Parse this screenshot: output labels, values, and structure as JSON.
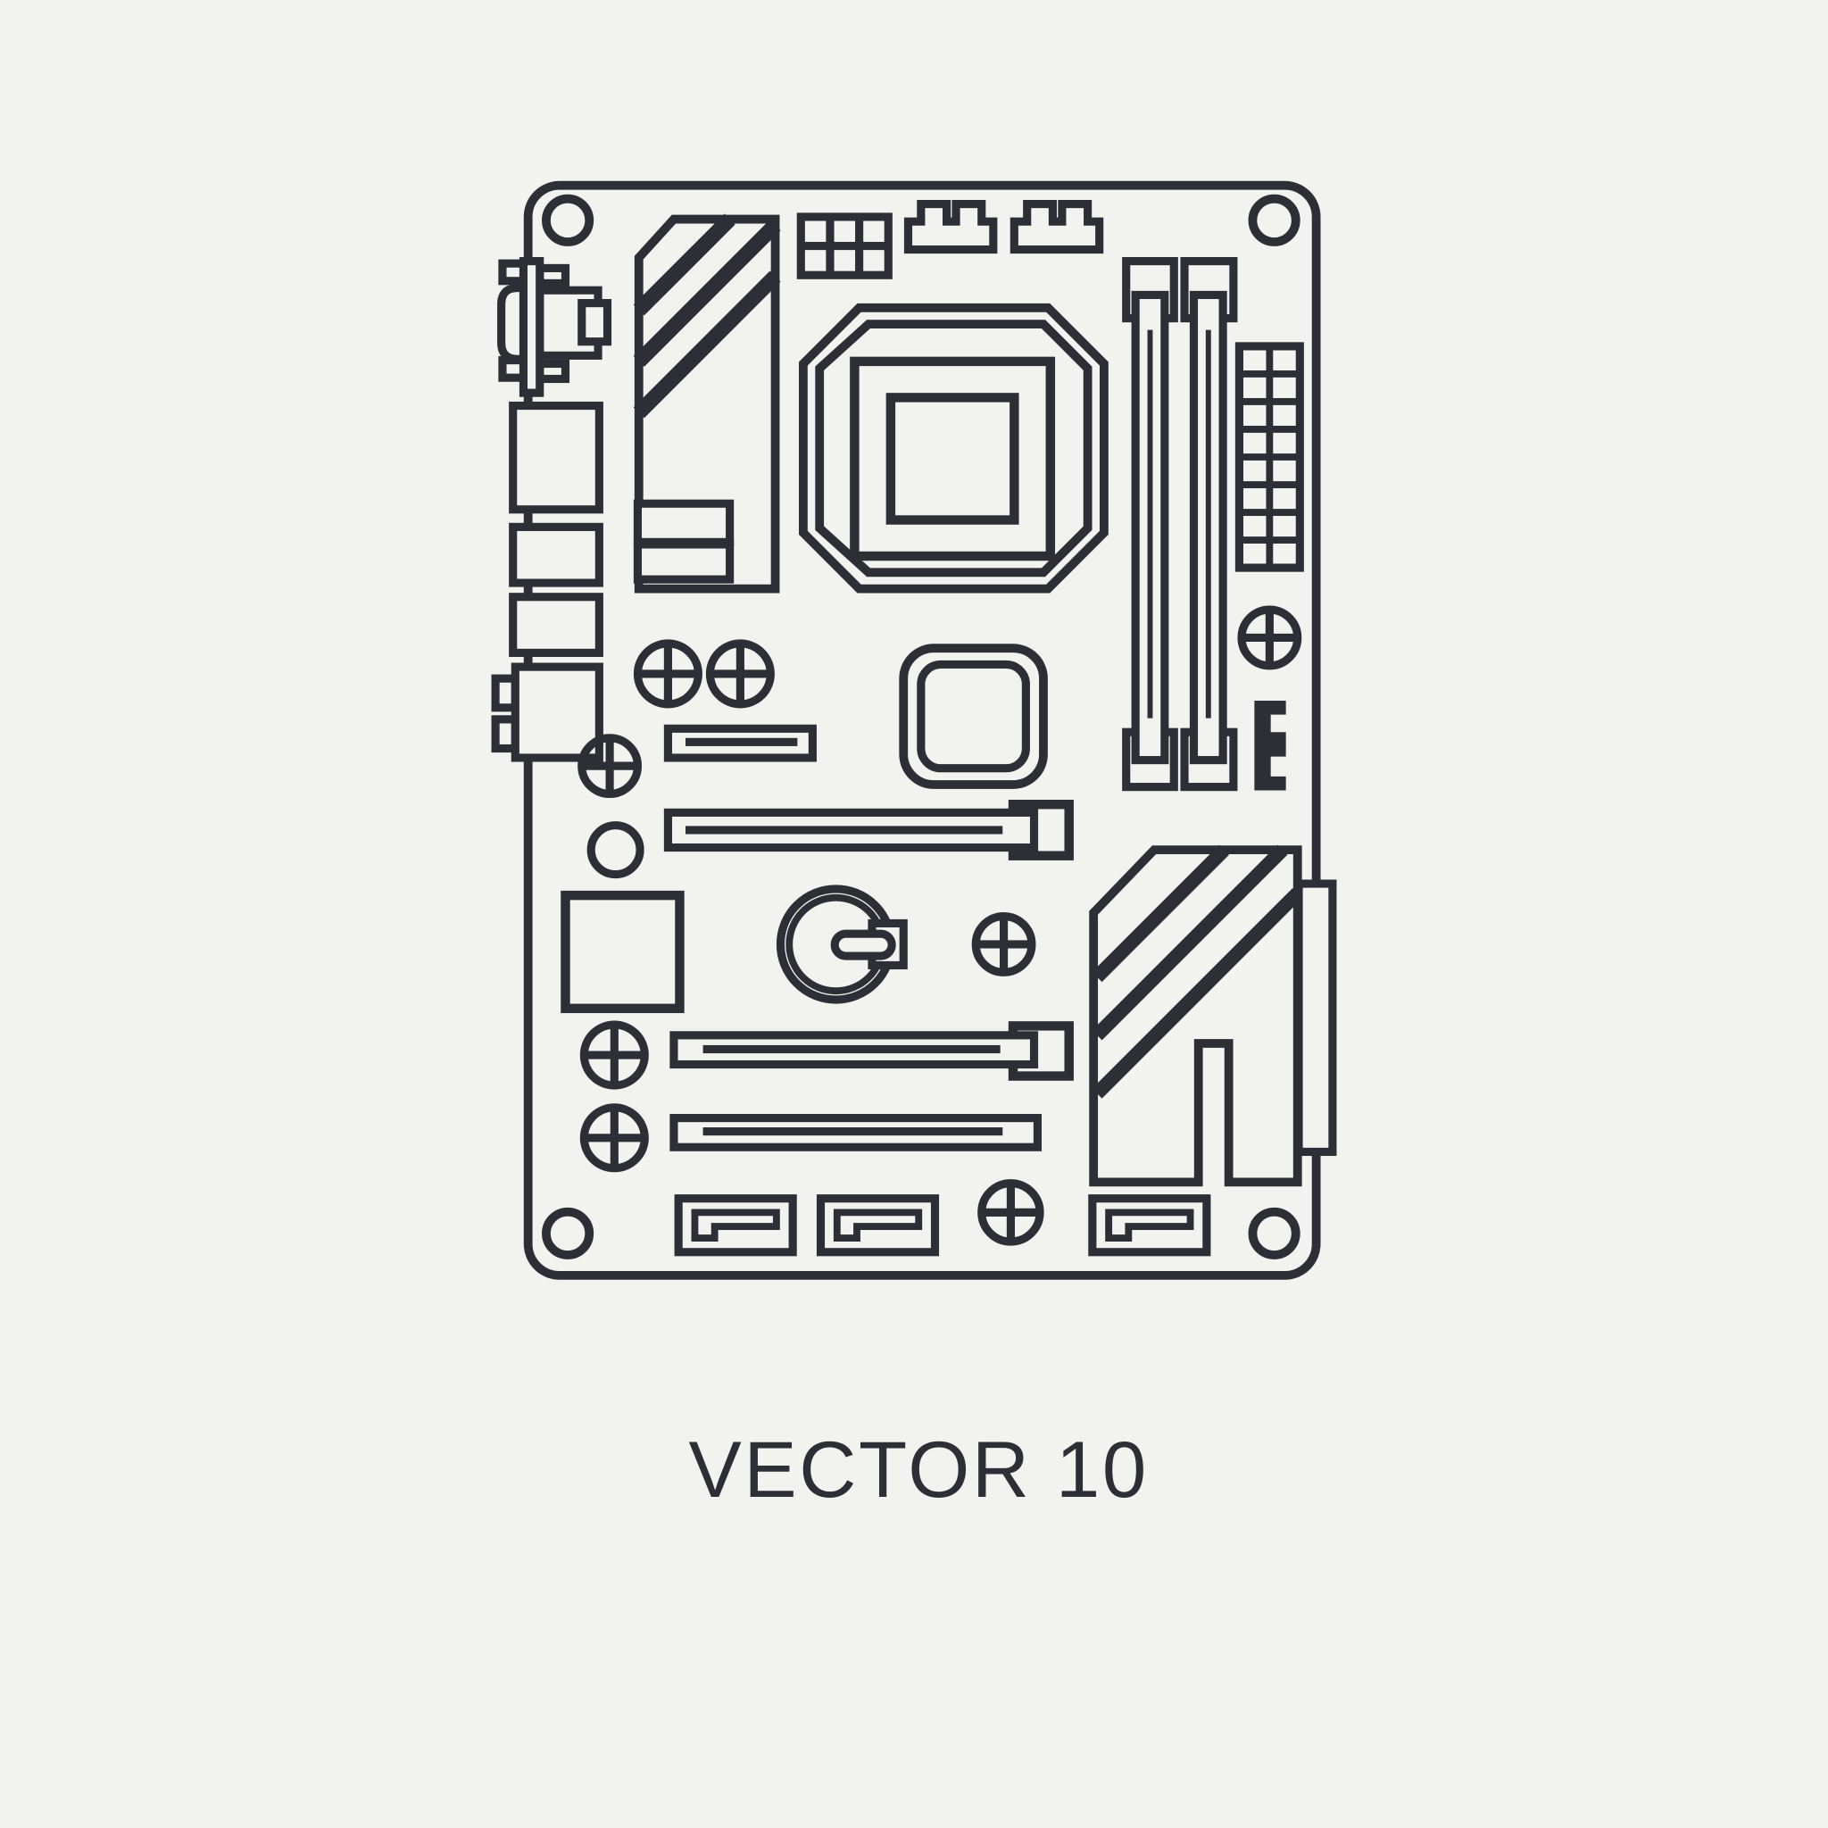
{
  "illustration": {
    "caption": "VECTOR 10",
    "subject": "flat line motherboard illustration",
    "parts": [
      "board-outline",
      "mounting-hole",
      "vga-port",
      "io-port",
      "audio-port-block",
      "heatsink-hatched-top",
      "pin-grid-block",
      "pin-header",
      "cpu-socket",
      "chipset-die",
      "smd-chip",
      "screw",
      "standoff-hole",
      "expansion-slot",
      "pci-slot-latched",
      "cmos-battery",
      "ram-slot",
      "atx-power-connector",
      "front-panel-bracket",
      "heatsink-hatched-bottom",
      "board-edge-tab",
      "sata-port"
    ]
  },
  "colors": {
    "background": "#F2F2EE",
    "line": "#2E2E36"
  }
}
